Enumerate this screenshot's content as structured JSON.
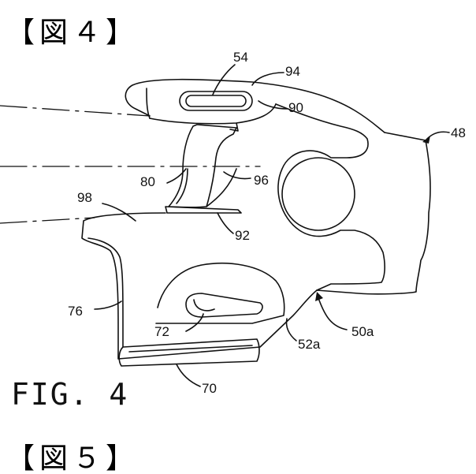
{
  "headings": {
    "figure4": "【図４】",
    "figure5": "【図５】"
  },
  "figure": {
    "caption": "FIG. 4"
  },
  "reference_numerals": {
    "r54": "54",
    "r94": "94",
    "r90": "90",
    "r48": "48",
    "r80": "80",
    "r96": "96",
    "r98": "98",
    "r92": "92",
    "r76": "76",
    "r72": "72",
    "r50a": "50a",
    "r52a": "52a",
    "r70": "70"
  },
  "colors": {
    "ink": "#111111",
    "background": "#ffffff"
  }
}
